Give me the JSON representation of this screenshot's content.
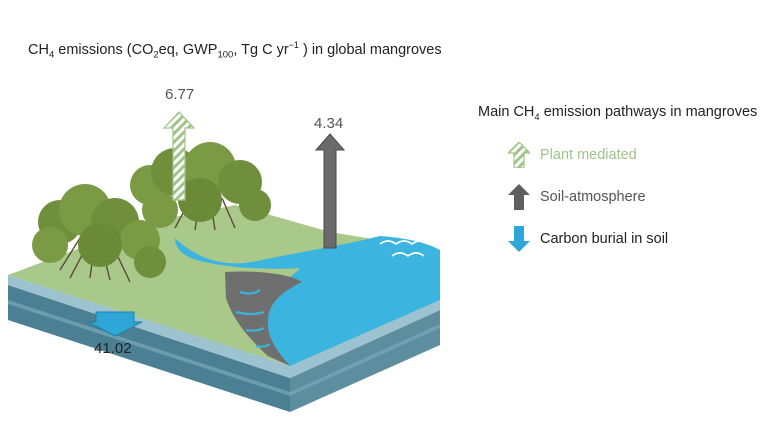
{
  "title": {
    "prefix": "CH",
    "sub1": "4",
    "mid1": " emissions (CO",
    "sub2": "2",
    "mid2": "eq, GWP",
    "sub3": "100",
    "mid3": ", Tg C yr",
    "sup1": "−1",
    "suffix": " ) in global mangroves"
  },
  "values": {
    "plant_mediated": "6.77",
    "soil_atmosphere": "4.34",
    "carbon_burial": "41.02"
  },
  "legend": {
    "title_prefix": "Main CH",
    "title_sub": "4",
    "title_suffix": " emission pathways in mangroves",
    "items": [
      {
        "label": "Plant mediated",
        "icon": "hatched-arrow-up-icon",
        "color": "#9fc48a"
      },
      {
        "label": "Soil-atmosphere",
        "icon": "grey-arrow-up-icon",
        "color": "#5f5f5f"
      },
      {
        "label": "Carbon burial in soil",
        "icon": "blue-arrow-down-icon",
        "color": "#2fa6d8"
      }
    ]
  },
  "colors": {
    "land": "#a9c98a",
    "water": "#3cb4e0",
    "mud": "#6f6f6f",
    "soil_top": "#6c8fa0",
    "tree": "#6f8f3c"
  }
}
